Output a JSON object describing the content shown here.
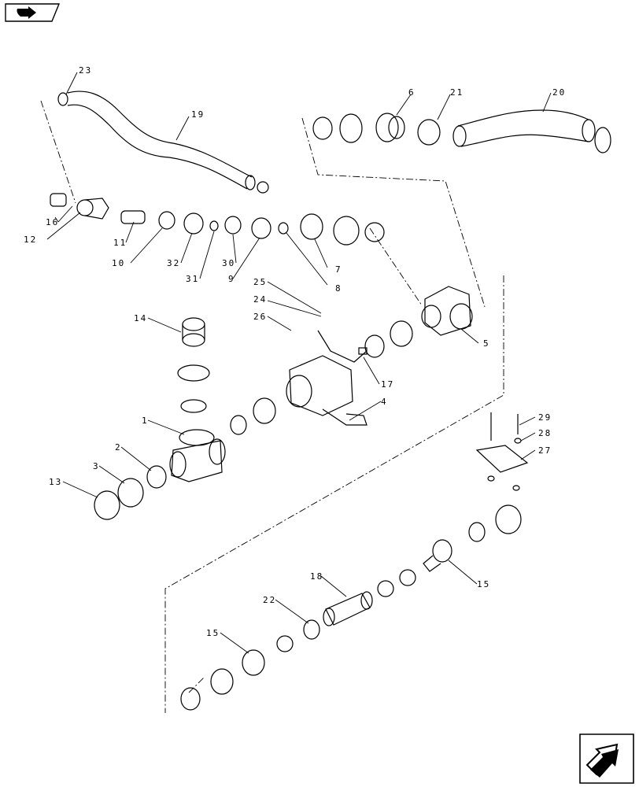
{
  "navigation": {
    "prev_icon": "arrow-right-icon",
    "next_icon": "arrow-next-page-icon"
  },
  "callouts": {
    "c1": "1",
    "c2": "2",
    "c3": "3",
    "c4": "4",
    "c5": "5",
    "c6": "6",
    "c7": "7",
    "c8": "8",
    "c9": "9",
    "c10": "10",
    "c11": "11",
    "c12": "12",
    "c13": "13",
    "c14": "14",
    "c15a": "15",
    "c15b": "15",
    "c16": "16",
    "c17": "17",
    "c18": "18",
    "c19": "19",
    "c20": "20",
    "c21": "21",
    "c22": "22",
    "c23": "23",
    "c24": "24",
    "c25": "25",
    "c26": "26",
    "c27": "27",
    "c28": "28",
    "c29": "29",
    "c30": "30",
    "c31": "31",
    "c32": "32"
  }
}
